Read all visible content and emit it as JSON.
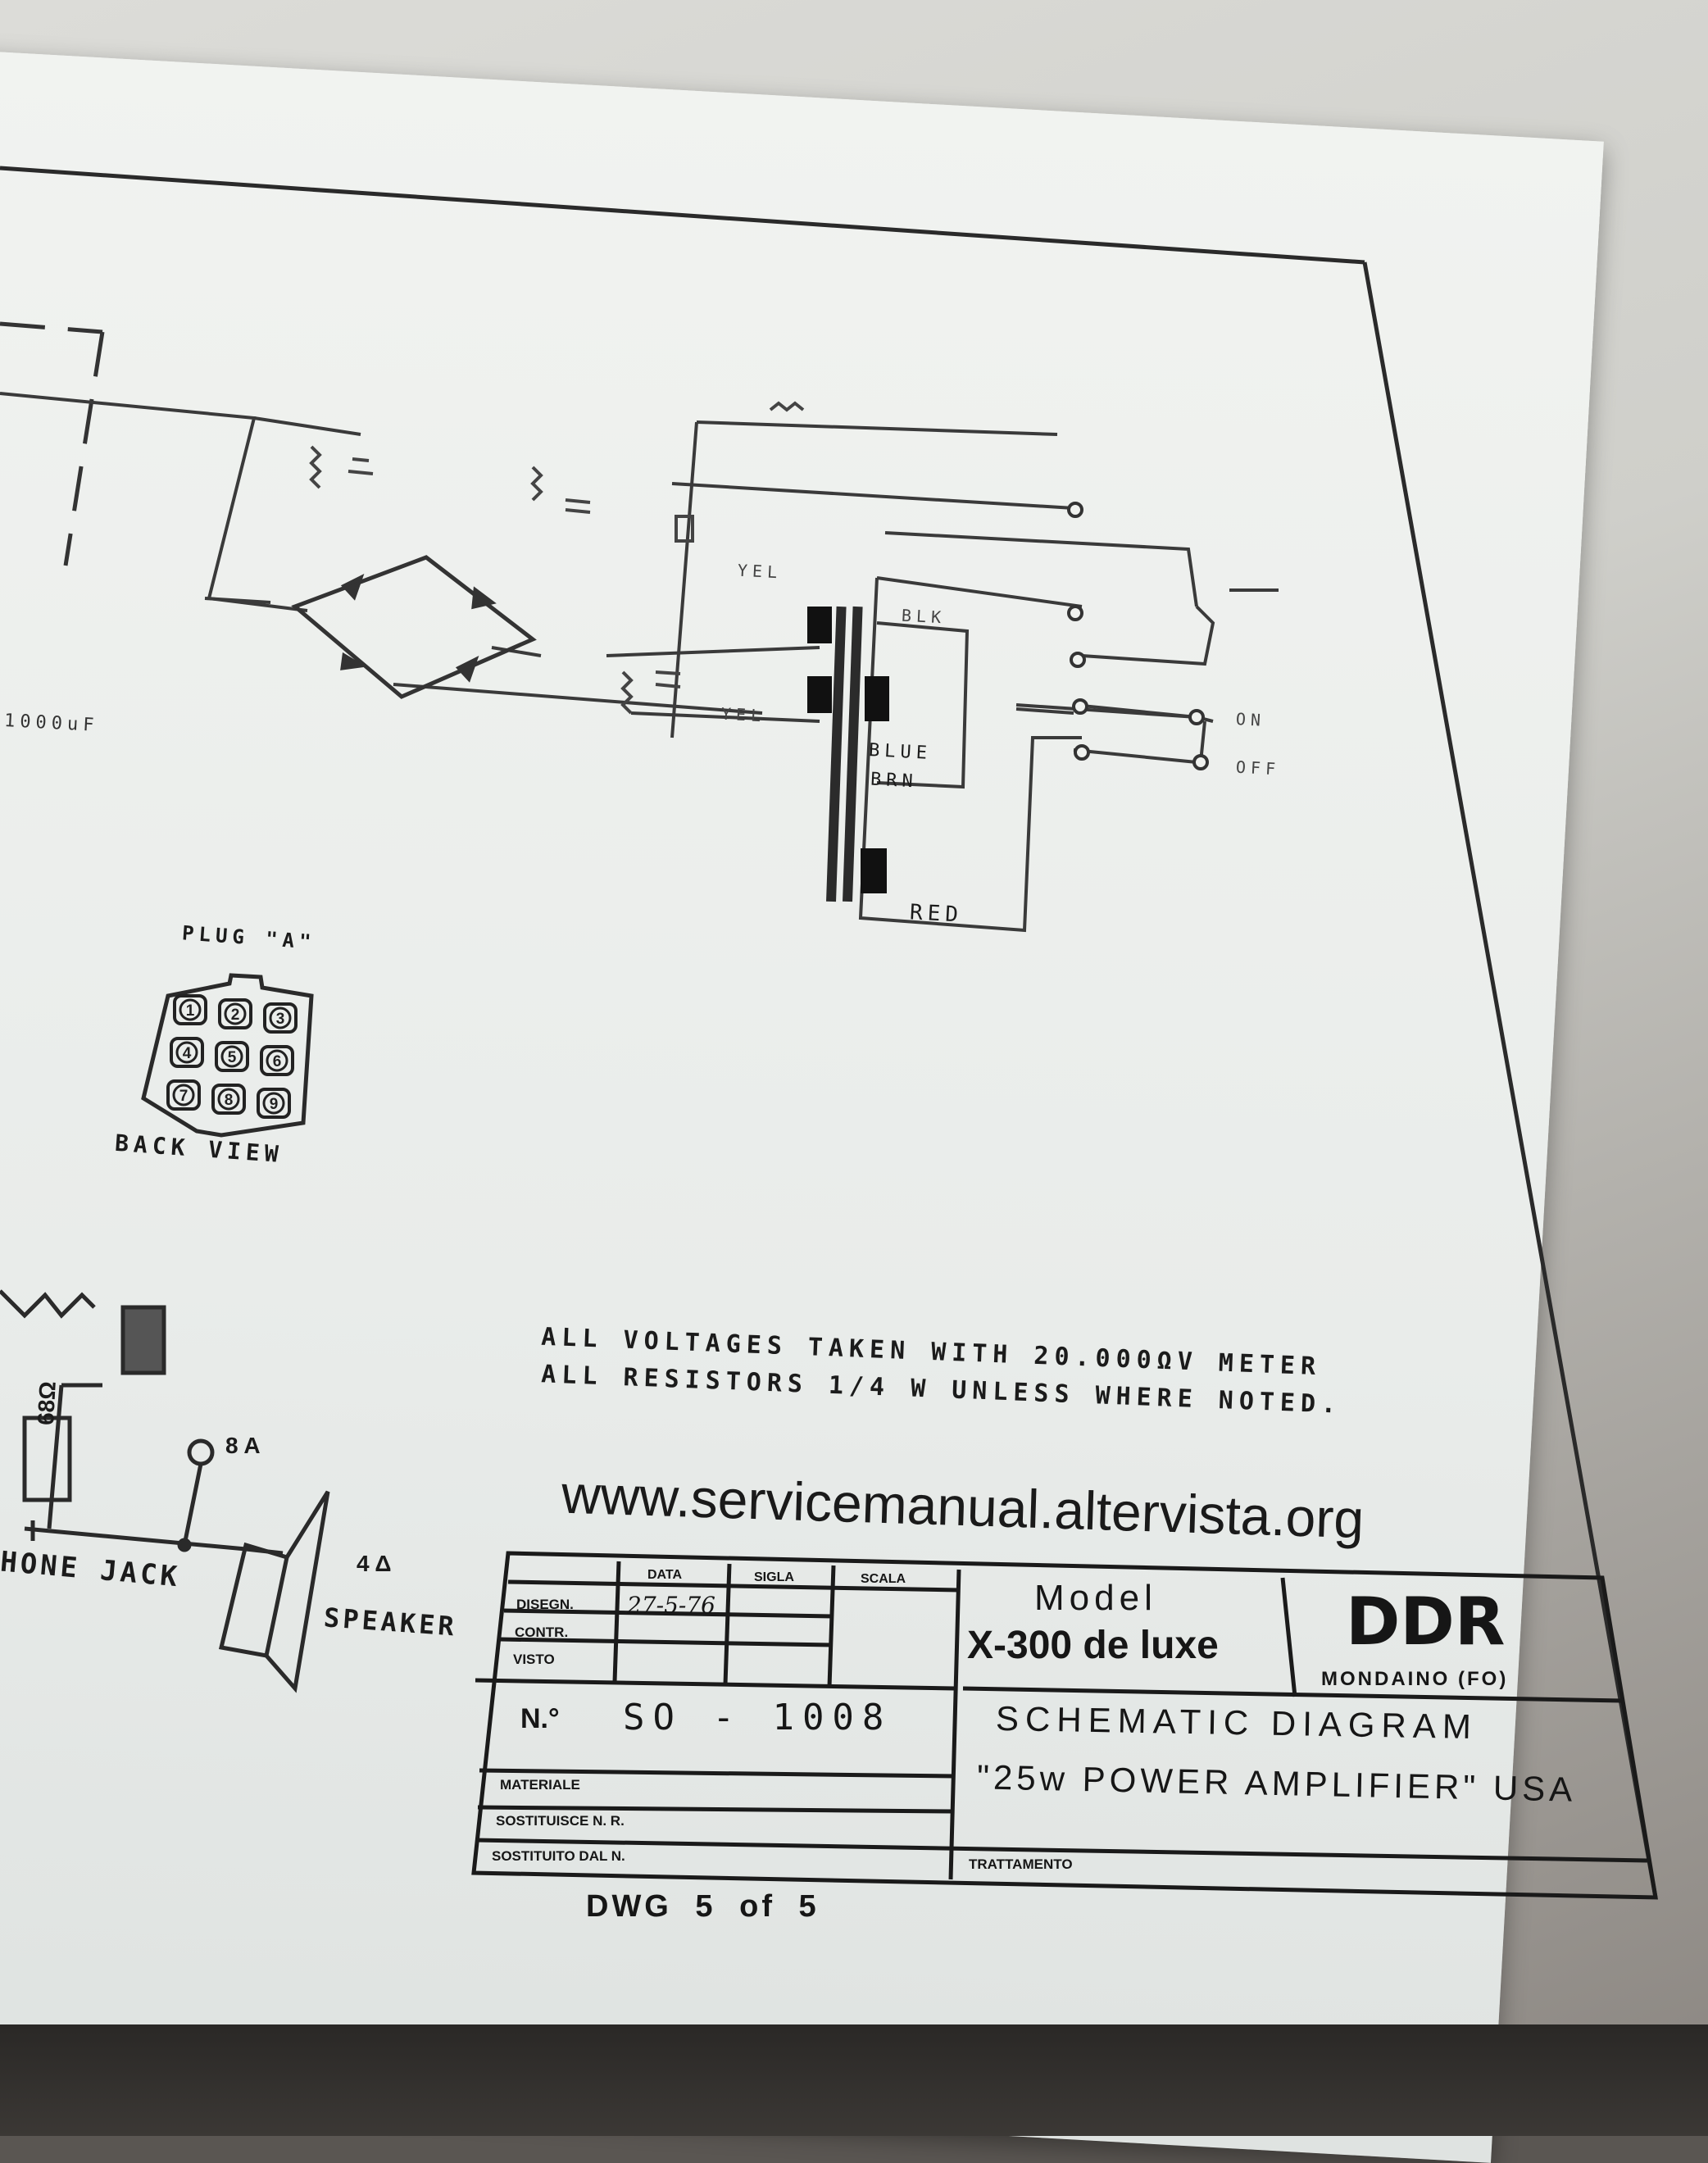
{
  "schematic": {
    "wire_labels": {
      "blue": "BLUE",
      "brn": "BRN",
      "red": "RED",
      "yel_1": "YEL",
      "yel_2": "YEL",
      "blk": "BLK",
      "on": "ON",
      "off": "OFF",
      "cap_left": "1000uF"
    },
    "plug": {
      "title": "PLUG \"A\"",
      "pins": [
        "1",
        "2",
        "3",
        "4",
        "5",
        "6",
        "7",
        "8",
        "9"
      ],
      "caption": "BACK VIEW"
    },
    "output": {
      "resistor": "68Ω",
      "tap_8": "8 A",
      "tap_4": "4 Δ",
      "phone_jack": "HONE JACK",
      "speaker": "SPEAKER"
    }
  },
  "notes": {
    "line1": "ALL VOLTAGES TAKEN WITH 20.000ΩV METER",
    "line2": "ALL RESISTORS 1/4 W UNLESS WHERE NOTED."
  },
  "website": "www.servicemanual.altervista.org",
  "title_block": {
    "col_headers": [
      "DATA",
      "SIGLA",
      "SCALA"
    ],
    "row_labels": [
      "DISEGN.",
      "CONTR.",
      "VISTO"
    ],
    "drawn_date": "27-5-76",
    "model_label": "Model",
    "model_name": "X-300 de luxe",
    "brand": "DDR",
    "brand_location": "MONDAINO (FO)",
    "number_label": "N.°",
    "number_value": "SO - 1008",
    "materiale": "MATERIALE",
    "sostituisce": "SOSTITUISCE N. R.",
    "sostituito": "SOSTITUITO DAL N.",
    "trattamento": "TRATTAMENTO",
    "title_line1": "SCHEMATIC DIAGRAM",
    "title_line2": "\"25w POWER AMPLIFIER\" USA"
  },
  "drawing_count": "DWG 5 of 5"
}
